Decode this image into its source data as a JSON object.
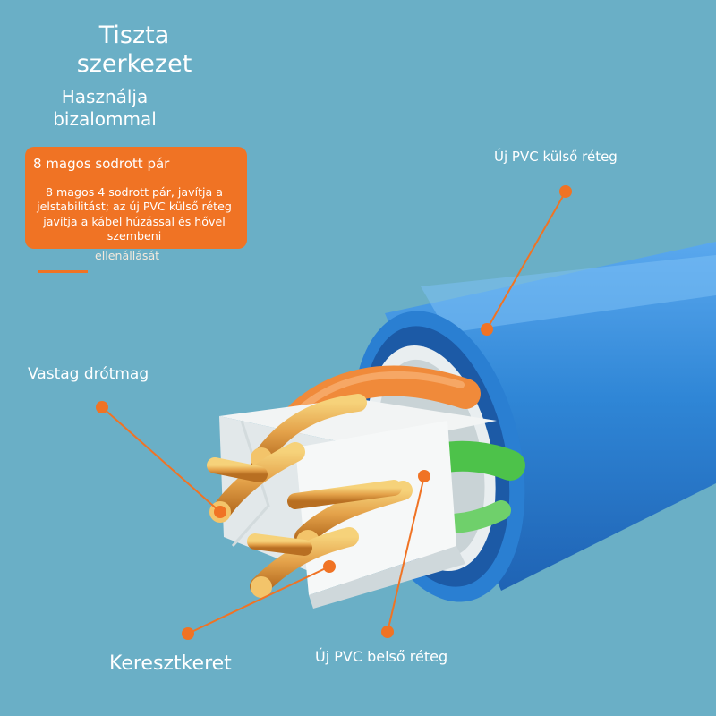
{
  "title": {
    "line1": "Tiszta",
    "line2": "szerkezet",
    "sub1": "Használja",
    "sub2": "bizalommal"
  },
  "info_box": {
    "heading": "8 magos sodrott pár",
    "body": "8 magos 4 sodrott pár, javítja a jelstabilitást; az új PVC külső réteg javítja a kábel húzással és hővel szembeni",
    "tail": "ellenállását"
  },
  "labels": {
    "outer_layer": "Új PVC külső réteg",
    "thick_core": "Vastag drótmag",
    "cross_frame": "Keresztkeret",
    "inner_layer": "Új PVC belső réteg"
  },
  "colors": {
    "background": "#6aafc6",
    "accent_orange": "#f07324",
    "cable_blue": "#2f86d6",
    "wire_green": "#4dc24a",
    "wire_orange": "#f08a3a",
    "copper": "#e4a24a",
    "separator_white": "#f2f4f4"
  }
}
